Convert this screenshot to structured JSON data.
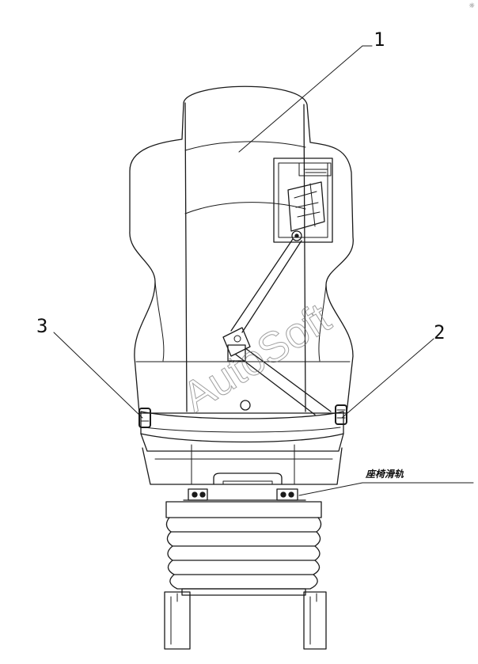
{
  "diagram": {
    "callouts": [
      {
        "id": "1",
        "label": "1"
      },
      {
        "id": "2",
        "label": "2"
      },
      {
        "id": "3",
        "label": "3"
      }
    ],
    "rail_label": "座椅滑轨",
    "watermark": "AutoSoft",
    "corner_mark": "☼"
  }
}
